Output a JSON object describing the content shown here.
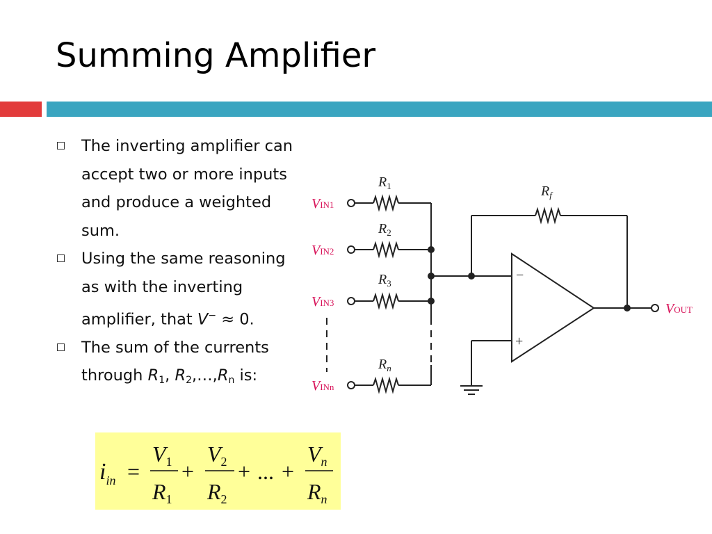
{
  "slide": {
    "title": "Summing Amplifier"
  },
  "bullets": [
    {
      "text": "The inverting amplifier can accept two or more inputs and produce a weighted sum."
    },
    {
      "text": "Using the same reasoning as with the inverting amplifier, that",
      "math_var": "V",
      "math_sup": "−",
      "math_rest": " ≈ 0."
    },
    {
      "text": "The sum of the currents through ",
      "r_var": "R",
      "r1_sub": "1",
      "sep1": ", ",
      "r2_sub": "2",
      "ellipsis": ",…,",
      "rn_sub": "n",
      "tail": " is:"
    }
  ],
  "circuit": {
    "vin_label": "V",
    "vin_sub": [
      "IN1",
      "IN2",
      "IN3",
      "INn"
    ],
    "r_label": "R",
    "r_sub": [
      "1",
      "2",
      "3",
      "n"
    ],
    "rf_sub": "f",
    "vout_label": "V",
    "vout_sub": "OUT",
    "minus": "−",
    "plus": "+",
    "label_color": "#d8145a"
  },
  "formula": {
    "lhs": "i",
    "lhs_sub": "in",
    "eq": "=",
    "num_var": "V",
    "den_var": "R",
    "subs": [
      "1",
      "2",
      "n"
    ],
    "plus": "+",
    "dots": "...",
    "background": "#ffff99"
  },
  "colors": {
    "accent_red": "#e23b3b",
    "accent_blue": "#3aa5c0"
  }
}
